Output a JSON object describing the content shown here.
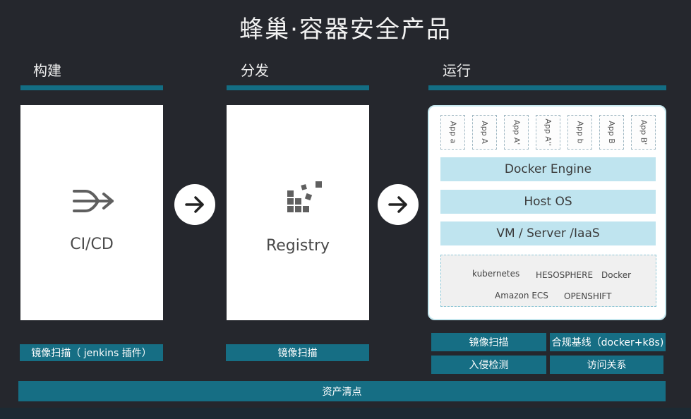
{
  "title": "蜂巢·容器安全产品",
  "stages": {
    "build": {
      "label": "构建",
      "panel_label": "CI/CD",
      "feature": "镜像扫描（ jenkins 插件）"
    },
    "distribute": {
      "label": "分发",
      "panel_label": "Registry",
      "feature": "镜像扫描"
    },
    "run": {
      "label": "运行",
      "apps": [
        "App a",
        "App A",
        "App A'",
        "App A''",
        "App b",
        "App B",
        "App B'"
      ],
      "layers": {
        "engine": "Docker Engine",
        "os": "Host OS",
        "infra": "VM / Server /IaaS"
      },
      "orchestrators": [
        "kubernetes",
        "HESOSPHERE",
        "Docker",
        "Amazon ECS",
        "OPENSHIFT"
      ],
      "features": {
        "image_scan": "镜像扫描",
        "compliance": "合规基线（docker+k8s)",
        "intrusion": "入侵检测",
        "access": "访问关系"
      }
    }
  },
  "asset_inventory": "资产清点",
  "icons": {
    "cicd": "merge-arrows-icon",
    "registry": "blocks-icon",
    "flow1": "arrow-right-icon",
    "flow2": "arrow-right-icon"
  },
  "colors": {
    "background": "#25272d",
    "accent": "#136d83",
    "layer": "#bfe4ef",
    "panel": "#ffffff"
  }
}
